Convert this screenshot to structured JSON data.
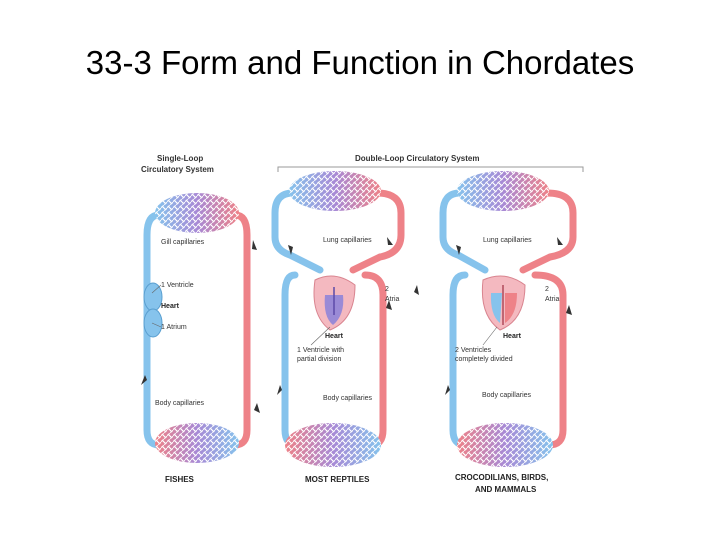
{
  "slide": {
    "title": "33-3 Form and Function in Chordates"
  },
  "figure": {
    "single_loop_header_line1": "Single-Loop",
    "single_loop_header_line2": "Circulatory System",
    "double_loop_header": "Double-Loop Circulatory System",
    "fishes": {
      "caption": "FISHES",
      "gill_capillaries": "Gill capillaries",
      "ventricle": "1 Ventricle",
      "heart": "Heart",
      "atrium": "1 Atrium",
      "body_capillaries": "Body capillaries"
    },
    "reptiles": {
      "caption": "MOST REPTILES",
      "lung_capillaries": "Lung capillaries",
      "atria_line1": "2",
      "atria_line2": "Atria",
      "heart": "Heart",
      "ventricle_line1": "1 Ventricle with",
      "ventricle_line2": "partial division",
      "body_capillaries": "Body capillaries"
    },
    "birds": {
      "caption_line1": "CROCODILIANS, BIRDS,",
      "caption_line2": "AND MAMMALS",
      "lung_capillaries": "Lung capillaries",
      "atria_line1": "2",
      "atria_line2": "Atria",
      "heart": "Heart",
      "ventricles_line1": "2 Ventricles",
      "ventricles_line2": "completely divided",
      "body_capillaries": "Body capillaries"
    },
    "colors": {
      "oxygenated": "#ee8288",
      "deoxygenated": "#86c3ec",
      "mixed": "#a88ad6",
      "heart_fill": "#f4b9c0"
    }
  }
}
